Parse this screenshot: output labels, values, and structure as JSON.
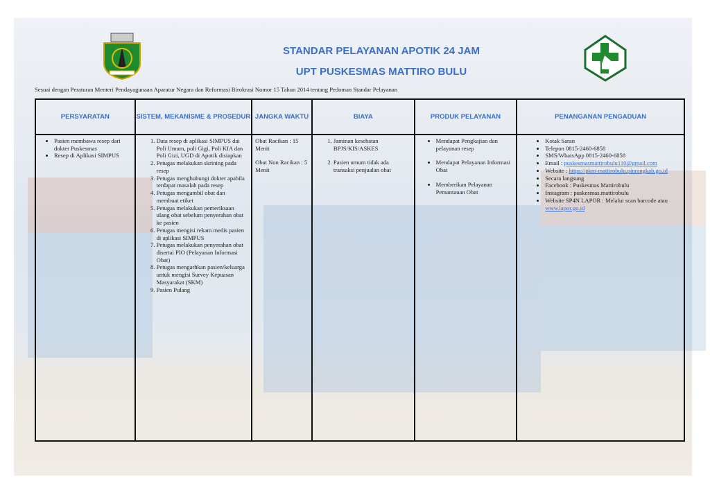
{
  "header": {
    "title": "STANDAR PELAYANAN APOTIK 24 JAM",
    "subtitle": "UPT PUSKESMAS MATTIRO BULU",
    "note": "Sesuai dengan Peraturan Menteri Pendayagunaan Aparatur Negara dan Reformasi Birokrasi Nomor 15 Tahun 2014 tentang Pedoman Standar Pelayanan"
  },
  "columns": [
    "PERSYARATAN",
    "SISTEM, MEKANISME & PROSEDUR",
    "JANGKA WAKTU",
    "BIAYA",
    "PRODUK PELAYANAN",
    "PENANGANAN PENGADUAN"
  ],
  "persyaratan": [
    "Pasien membawa resep dari dokter Puskesmas",
    "Resep di Aplikasi SIMPUS"
  ],
  "prosedur": [
    "Data resep di aplikasi SIMPUS dai Poli Umum, poli Gigi, Poli KIA dan Poli Gizi, UGD di Apotik disiapkan",
    "Petugas melakukan skrining pada resep",
    "Petugas menghubungi dokter apabila terdapat masalah pada resep",
    "Petugas mengambil obat dan membuat etiket",
    "Petugas melakukan pemeriksaan ulang obat sebelum penyerahan obat ke pasien",
    "Petugas mengisi rekam medis pasien di aplikasi SIMPUS",
    "Petugas melakukan penyerahan obat disertai PIO (Pelayanan Informasi Obat)",
    "Petugas mengarhkan pasien/keluarga untuk mengisi Survey Kepuasan Masyarakat (SKM)",
    "Pasien Pulang"
  ],
  "waktu": [
    "Obat Racikan : 15 Menit",
    "Obat Non Racikan : 5 Menit"
  ],
  "biaya": [
    "Jaminan kesehatan BPJS/KIS/ASKES",
    "Pasien umum tidak ada transaksi penjualan obat"
  ],
  "produk": [
    "Mendapat Pengkajian dan pelayanan resep",
    "Mendapat Pelayanan Informasi Obat",
    "Memberikan Pelayanan Pemantauan Obat"
  ],
  "pengaduan": {
    "items": [
      "Kotak Saran",
      "Telepon 0815-2460-6858",
      "SMS/WhatsApp 0815-2460-6858"
    ],
    "email_label": "Email : ",
    "email": "puskesmasmattirobulu110@gmail.com",
    "website_label": "Website : ",
    "website": "https://pkm-mattirobulu.pinrangkab.go.id",
    "items2": [
      "Secara langsung",
      "Facebook : Puskesmas Mattirobulu",
      "Instagram : puskesmas.mattirobulu"
    ],
    "lapor_label": "Website SP4N LAPOR : Melalui scan barcode atau ",
    "lapor": "www.lapor.go.id"
  }
}
